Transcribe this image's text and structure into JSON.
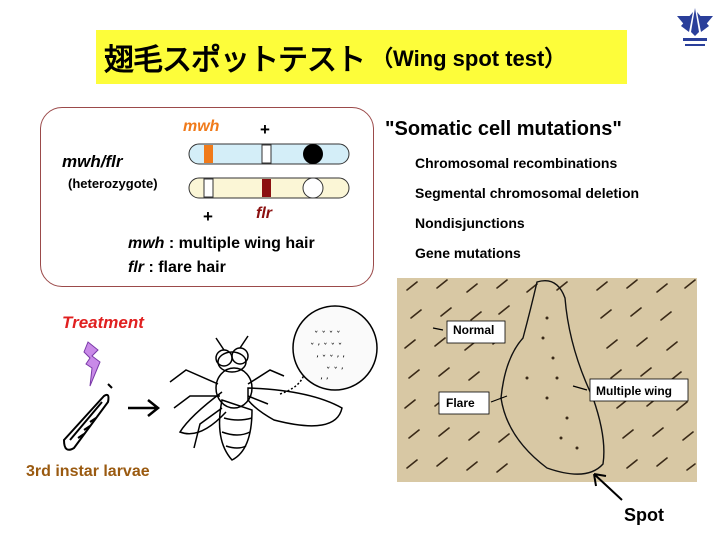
{
  "title": {
    "jp": "翅毛スポットテスト",
    "en": "（Wing spot test）"
  },
  "chromosomes": {
    "genotype_label": "mwh/flr",
    "heterozygote_label": "(heterozygote)",
    "top_left_marker": "mwh",
    "top_right_marker": "+",
    "bottom_left_marker": "+",
    "bottom_right_marker": "flr",
    "legend": [
      {
        "symbol": "mwh",
        "desc": " : multiple wing hair"
      },
      {
        "symbol": "flr",
        "desc": " : flare hair"
      }
    ]
  },
  "somatic": {
    "heading": "\"Somatic cell mutations\"",
    "items": [
      "Chromosomal recombinations",
      "Segmental chromosomal deletion",
      "Nondisjunctions",
      "Gene mutations"
    ]
  },
  "treatment": {
    "label": "Treatment",
    "larvae_label": "3rd instar larvae"
  },
  "micrograph": {
    "labels": {
      "normal": "Normal",
      "flare": "Flare",
      "multiple": "Multiple wing"
    },
    "spot_label": "Spot"
  },
  "colors": {
    "mwh": "#f07a1a",
    "flr": "#8b1010",
    "title_bg": "#fdfd3a",
    "treatment": "#e02020",
    "larvae_text": "#9a5a10"
  }
}
